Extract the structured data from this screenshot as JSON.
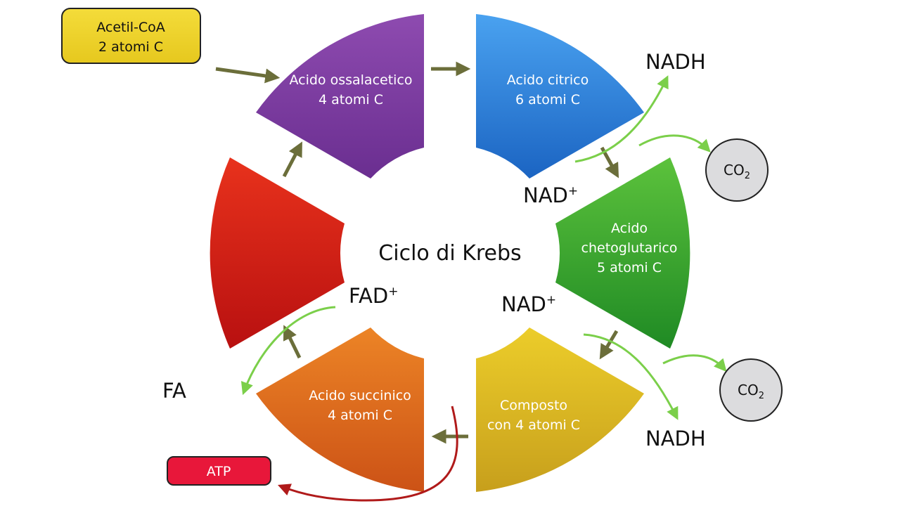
{
  "title": "Ciclo di Krebs",
  "acetyl": {
    "line1": "Acetil-CoA",
    "line2": "2 atomi C"
  },
  "segments": {
    "ossalacetico": {
      "line1": "Acido ossalacetico",
      "line2": "4 atomi C",
      "color_top": "#8e4bb0",
      "color_bottom": "#6a2e90"
    },
    "citrico": {
      "line1": "Acido citrico",
      "line2": "6 atomi C",
      "color_top": "#4aa2f0",
      "color_bottom": "#1b64c2"
    },
    "chetoglutarico": {
      "line1": "Acido",
      "line2": "chetoglutarico",
      "line3": "5 atomi C",
      "color_top": "#5cc23c",
      "color_bottom": "#1f8a24"
    },
    "composto": {
      "line1": "Composto",
      "line2": "con 4 atomi C",
      "color_top": "#eccd2a",
      "color_bottom": "#c79f1c"
    },
    "succinico": {
      "line1": "Acido succinico",
      "line2": "4 atomi C",
      "color_top": "#ec8426",
      "color_bottom": "#cc5216"
    },
    "red": {
      "color_top": "#e8321c",
      "color_bottom": "#b81010"
    }
  },
  "labels": {
    "nadh_top": "NADH",
    "nad_top": "NAD",
    "nad_top_sup": "+",
    "nad_mid": "NAD",
    "nad_mid_sup": "+",
    "nadh_bottom": "NADH",
    "fad": "FAD",
    "fad_sup": "+",
    "fa_cut": "FA"
  },
  "co2_top": {
    "main": "CO",
    "sub": "2"
  },
  "co2_bottom": {
    "main": "CO",
    "sub": "2"
  },
  "atp": "ATP",
  "colors": {
    "olive_arrow": "#6b6e3a",
    "green_arrow": "#7bcf4a",
    "red_arrow": "#b01a1a",
    "acetyl_box": "#f0d328",
    "atp_box": "#e8173a",
    "co2_fill": "#dcdcde"
  }
}
